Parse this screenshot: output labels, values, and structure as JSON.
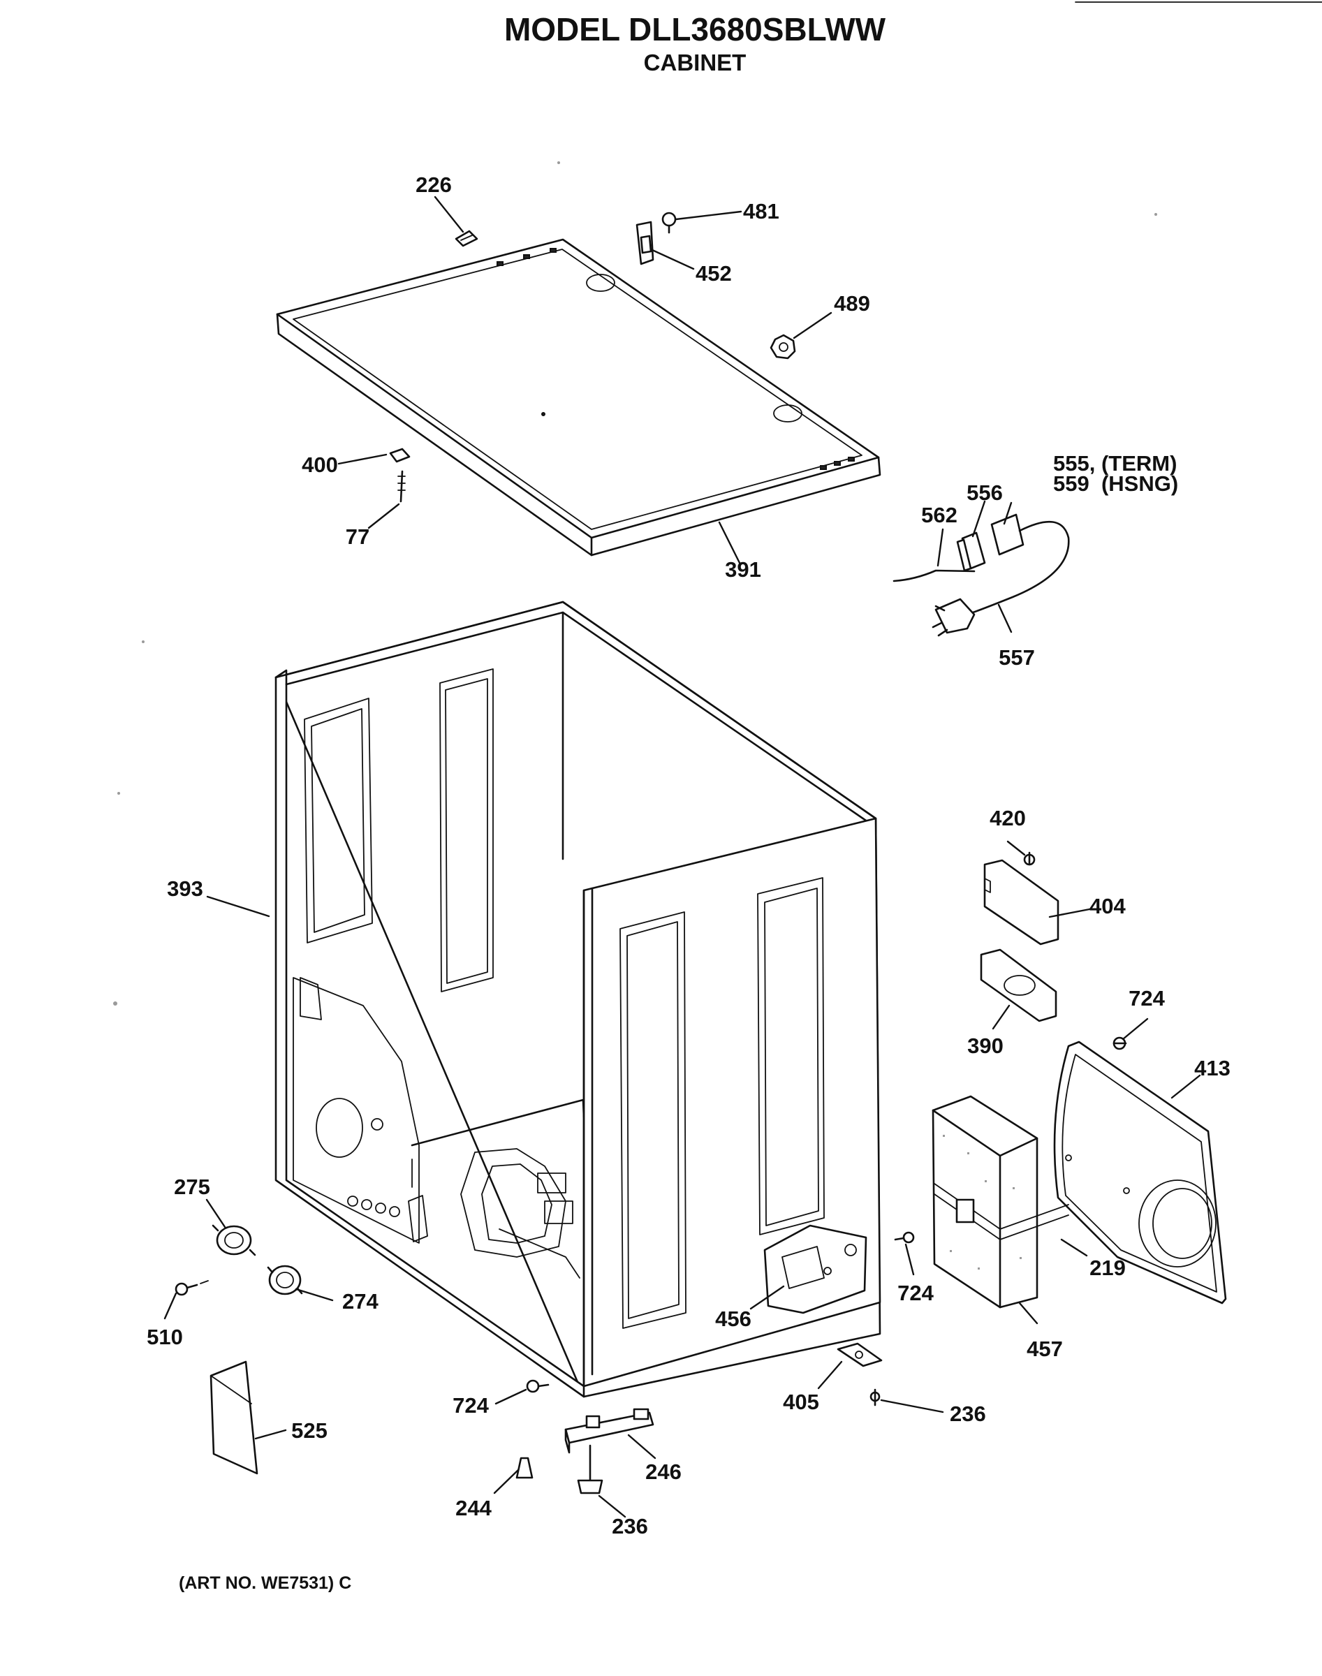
{
  "header": {
    "title": "MODEL DLL3680SBLWW",
    "subtitle": "CABINET"
  },
  "footer": {
    "art_number": "(ART NO. WE7531) C"
  },
  "callouts": [
    "226",
    "481",
    "452",
    "489",
    "400",
    "77",
    "391",
    "555, (TERM)",
    "559  (HSNG)",
    "556",
    "562",
    "557",
    "393",
    "420",
    "404",
    "390",
    "724",
    "413",
    "275",
    "274",
    "510",
    "219",
    "724",
    "457",
    "456",
    "525",
    "724",
    "246",
    "405",
    "236",
    "244",
    "236"
  ]
}
